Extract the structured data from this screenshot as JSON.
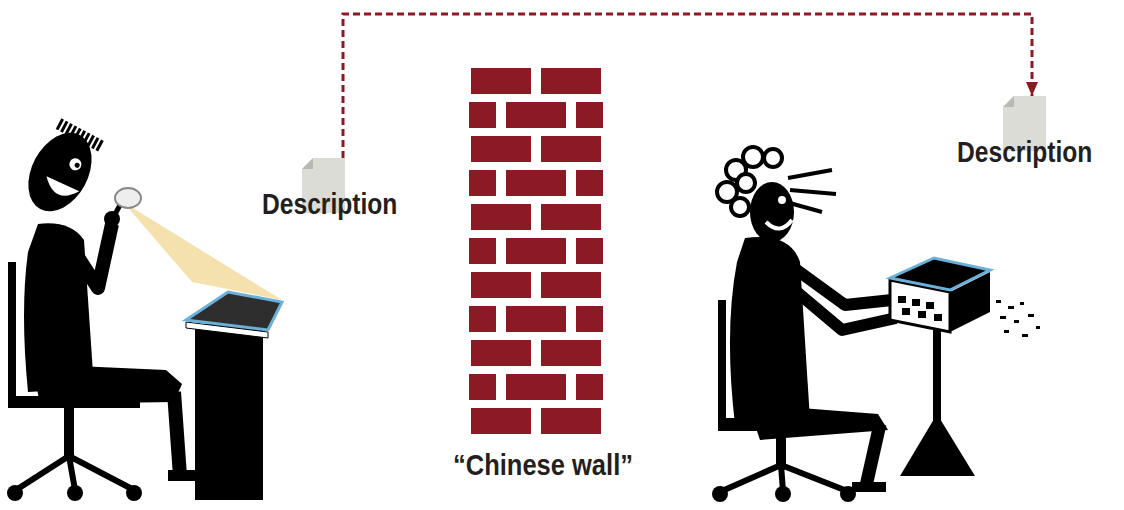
{
  "diagram": {
    "nodes": [
      {
        "text": [
          "Description"
        ]
      },
      {
        "text": [
          "Description"
        ]
      }
    ],
    "edges": [
      {
        "from": 0,
        "to": 1,
        "arrow": "to"
      }
    ],
    "labels": [
      "“Chinese wall”"
    ]
  }
}
